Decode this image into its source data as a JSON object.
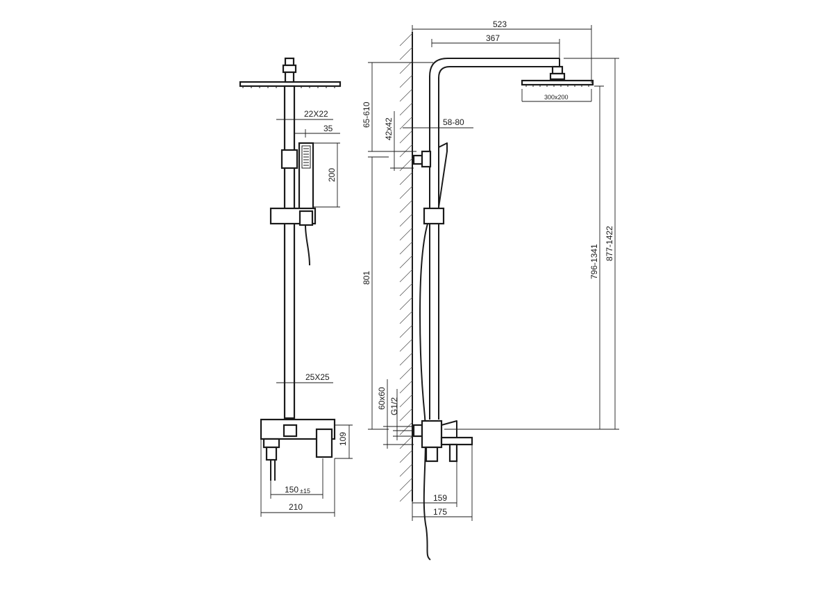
{
  "diagram": {
    "type": "technical-drawing",
    "views": [
      "front-view",
      "side-view"
    ]
  },
  "front_view": {
    "dimensions": {
      "upper_pipe": "22X22",
      "hand_shower_offset": "35",
      "hand_shower_length": "200",
      "lower_pipe": "25X25",
      "mixer_height": "109",
      "inlet_spacing": "150",
      "inlet_spacing_tol": "±15",
      "mixer_width": "210"
    }
  },
  "side_view": {
    "dimensions": {
      "total_depth": "523",
      "arm_length": "367",
      "head_size": "300x200",
      "top_range": "65-610",
      "bracket_size": "42x42",
      "bracket_offset": "58-80",
      "pipe_length": "801",
      "head_height_range": "796-1341",
      "overall_height_range": "877-1422",
      "mixer_body": "60x60",
      "inlet_thread": "G1/2",
      "spout_reach": "159",
      "spout_total": "175"
    }
  }
}
